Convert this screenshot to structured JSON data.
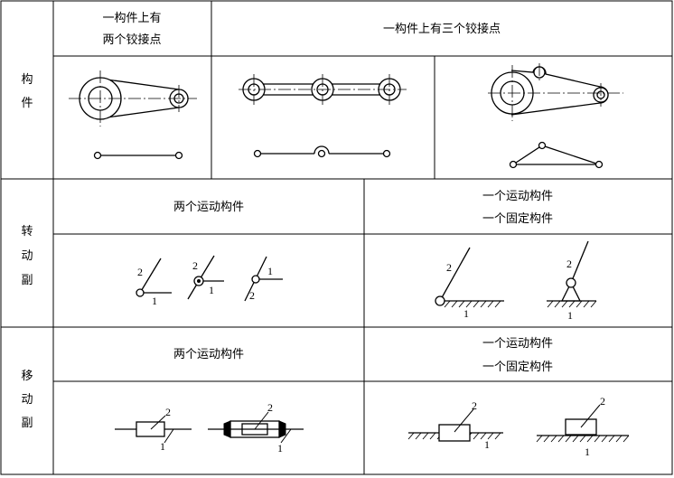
{
  "table": {
    "rows": [
      {
        "label": [
          "构",
          "件"
        ],
        "headers": [
          [
            "一构件上有",
            "两个铰接点"
          ],
          [
            "一构件上有三个铰接点"
          ]
        ]
      },
      {
        "label": [
          "转",
          "动",
          "副"
        ],
        "headers": [
          [
            "两个运动构件"
          ],
          [
            "一个运动构件",
            "一个固定构件"
          ]
        ]
      },
      {
        "label": [
          "移",
          "动",
          "副"
        ],
        "headers": [
          [
            "两个运动构件"
          ],
          [
            "一个运动构件",
            "一个固定构件"
          ]
        ]
      }
    ]
  },
  "numbers": {
    "one": "1",
    "two": "2"
  }
}
